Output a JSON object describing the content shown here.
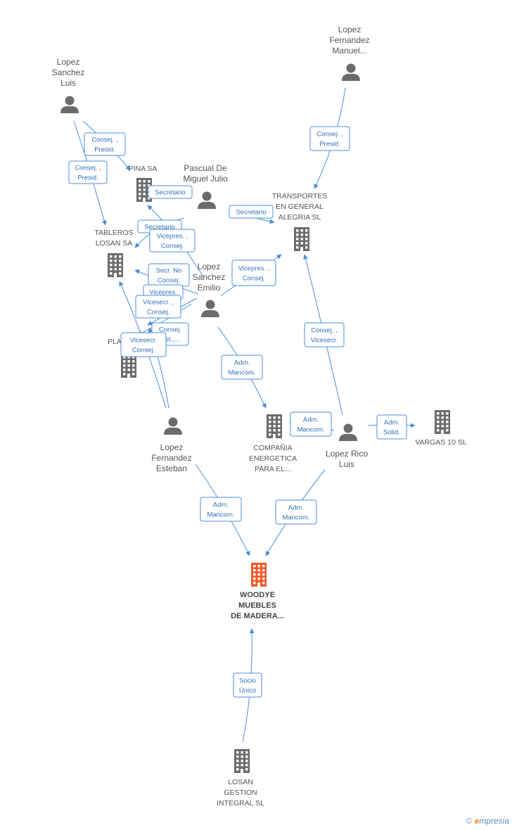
{
  "colors": {
    "edge": "#4a8fd8",
    "label": "#2f6fb8",
    "icon": "#6b6b6b",
    "focus": "#f05a28"
  },
  "nodes": [
    {
      "id": "lopez_sanchez_luis",
      "kind": "person",
      "lines": [
        "Lopez",
        "Sanchez",
        "Luis"
      ]
    },
    {
      "id": "lopez_fernandez_manuel",
      "kind": "person",
      "lines": [
        "Lopez",
        "Fernandez",
        "Manuel..."
      ]
    },
    {
      "id": "pina_sa",
      "kind": "company",
      "lines": [
        "PINA SA"
      ]
    },
    {
      "id": "pascual_de_miguel",
      "kind": "person",
      "lines": [
        "Pascual De",
        "Miguel Julio"
      ]
    },
    {
      "id": "transportes",
      "kind": "company",
      "lines": [
        "TRANSPORTES",
        "EN GENERAL",
        "ALEGRIA SL"
      ]
    },
    {
      "id": "tableros_losan",
      "kind": "company",
      "lines": [
        "TABLEROS",
        "LOSAN SA"
      ]
    },
    {
      "id": "lopez_sanchez_emilio",
      "kind": "person",
      "lines": [
        "Lopez",
        "Sanchez",
        "Emilio"
      ]
    },
    {
      "id": "pla",
      "kind": "company",
      "lines": [
        "PLA"
      ]
    },
    {
      "id": "lopez_fernandez_esteban",
      "kind": "person",
      "lines": [
        "Lopez",
        "Fernandez",
        "Esteban"
      ]
    },
    {
      "id": "compania_energetica",
      "kind": "company",
      "lines": [
        "COMPAÑIA",
        "ENERGETICA",
        "PARA EL..."
      ]
    },
    {
      "id": "lopez_rico_luis",
      "kind": "person",
      "lines": [
        "Lopez Rico",
        "Luis"
      ]
    },
    {
      "id": "vargas_10",
      "kind": "company",
      "lines": [
        "VARGAS 10 SL"
      ]
    },
    {
      "id": "woodye",
      "kind": "focus",
      "lines": [
        "WOODYE",
        "MUEBLES",
        "DE MADERA..."
      ]
    },
    {
      "id": "losan_gestion",
      "kind": "company",
      "lines": [
        "LOSAN",
        "GESTION",
        "INTEGRAL SL"
      ]
    }
  ],
  "edges": [
    {
      "from": "lopez_sanchez_luis",
      "to": "pina_sa",
      "label": [
        "Consej. ,",
        "Presid."
      ]
    },
    {
      "from": "lopez_sanchez_luis",
      "to": "tableros_losan",
      "label": [
        "Consej. ,",
        "Presid."
      ]
    },
    {
      "from": "lopez_fernandez_manuel",
      "to": "transportes",
      "label": [
        "Consej. ,",
        "Presid."
      ]
    },
    {
      "from": "pascual_de_miguel",
      "to": "pina_sa",
      "label": [
        "Secretario"
      ]
    },
    {
      "from": "pascual_de_miguel",
      "to": "transportes",
      "label": [
        "Secretario"
      ]
    },
    {
      "from": "pascual_de_miguel",
      "to": "tableros_losan",
      "label": [
        "Secretario"
      ]
    },
    {
      "from": "lopez_sanchez_emilio",
      "to": "pina_sa",
      "label": [
        "Vicepres. ,",
        "Consej."
      ]
    },
    {
      "from": "lopez_sanchez_emilio",
      "to": "tableros_losan",
      "label": [
        "Secr.  No",
        "Consej."
      ]
    },
    {
      "from": "lopez_sanchez_emilio",
      "to": "transportes",
      "label": [
        "Vicepres. ,",
        "Consej."
      ]
    },
    {
      "from": "lopez_sanchez_emilio",
      "to": "pla",
      "label": [
        "Vicepres."
      ]
    },
    {
      "from": "lopez_sanchez_emilio",
      "to": "pla",
      "label": [
        "Vicesecr. ,",
        "Consej."
      ]
    },
    {
      "from": "lopez_sanchez_emilio",
      "to": "compania_energetica",
      "label": [
        "Adm.",
        "Mancom."
      ]
    },
    {
      "from": "lopez_fernandez_esteban",
      "to": "pla",
      "label": [
        "Consej.",
        "Del.,..."
      ]
    },
    {
      "from": "lopez_fernandez_esteban",
      "to": "tableros_losan",
      "label": [
        "Vicesecr.",
        "Consej."
      ]
    },
    {
      "from": "lopez_fernandez_esteban",
      "to": "woodye",
      "label": [
        "Adm.",
        "Mancom."
      ]
    },
    {
      "from": "lopez_rico_luis",
      "to": "transportes",
      "label": [
        "Consej. ,",
        "Vicesecr."
      ]
    },
    {
      "from": "lopez_rico_luis",
      "to": "compania_energetica",
      "label": [
        "Adm.",
        "Mancom."
      ]
    },
    {
      "from": "lopez_rico_luis",
      "to": "vargas_10",
      "label": [
        "Adm.",
        "Solid."
      ]
    },
    {
      "from": "lopez_rico_luis",
      "to": "woodye",
      "label": [
        "Adm.",
        "Mancom."
      ]
    },
    {
      "from": "losan_gestion",
      "to": "woodye",
      "label": [
        "Socio",
        "Único"
      ]
    }
  ],
  "watermark": {
    "copyright": "©",
    "brand_initial": "e",
    "brand_rest": "mpresia"
  }
}
